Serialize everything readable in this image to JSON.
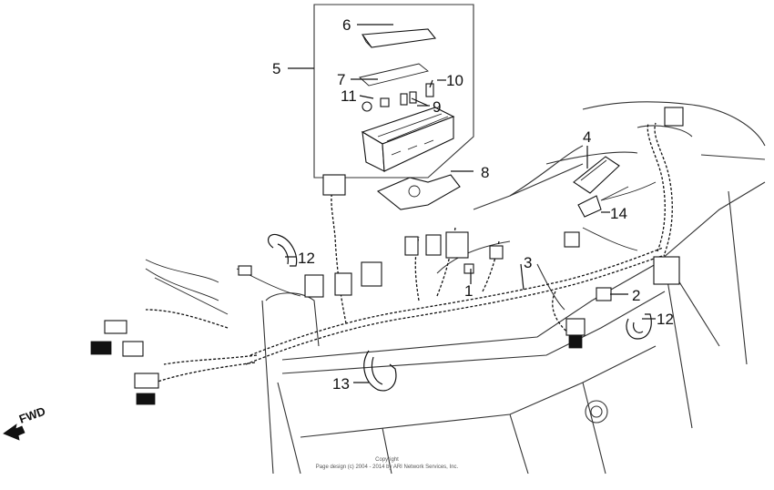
{
  "callouts": [
    {
      "id": "1",
      "text": "1"
    },
    {
      "id": "2",
      "text": "2"
    },
    {
      "id": "3",
      "text": "3"
    },
    {
      "id": "4",
      "text": "4"
    },
    {
      "id": "5",
      "text": "5"
    },
    {
      "id": "6",
      "text": "6"
    },
    {
      "id": "7",
      "text": "7"
    },
    {
      "id": "8",
      "text": "8"
    },
    {
      "id": "9",
      "text": "9"
    },
    {
      "id": "10",
      "text": "10"
    },
    {
      "id": "11",
      "text": "11"
    },
    {
      "id": "12a",
      "text": "12"
    },
    {
      "id": "12b",
      "text": "12"
    },
    {
      "id": "13",
      "text": "13"
    },
    {
      "id": "14",
      "text": "14"
    }
  ],
  "direction_label": "FWD",
  "copyright": {
    "line1": "Copyright",
    "line2": "Page design (c) 2004 - 2014 by ARI Network Services, Inc."
  }
}
